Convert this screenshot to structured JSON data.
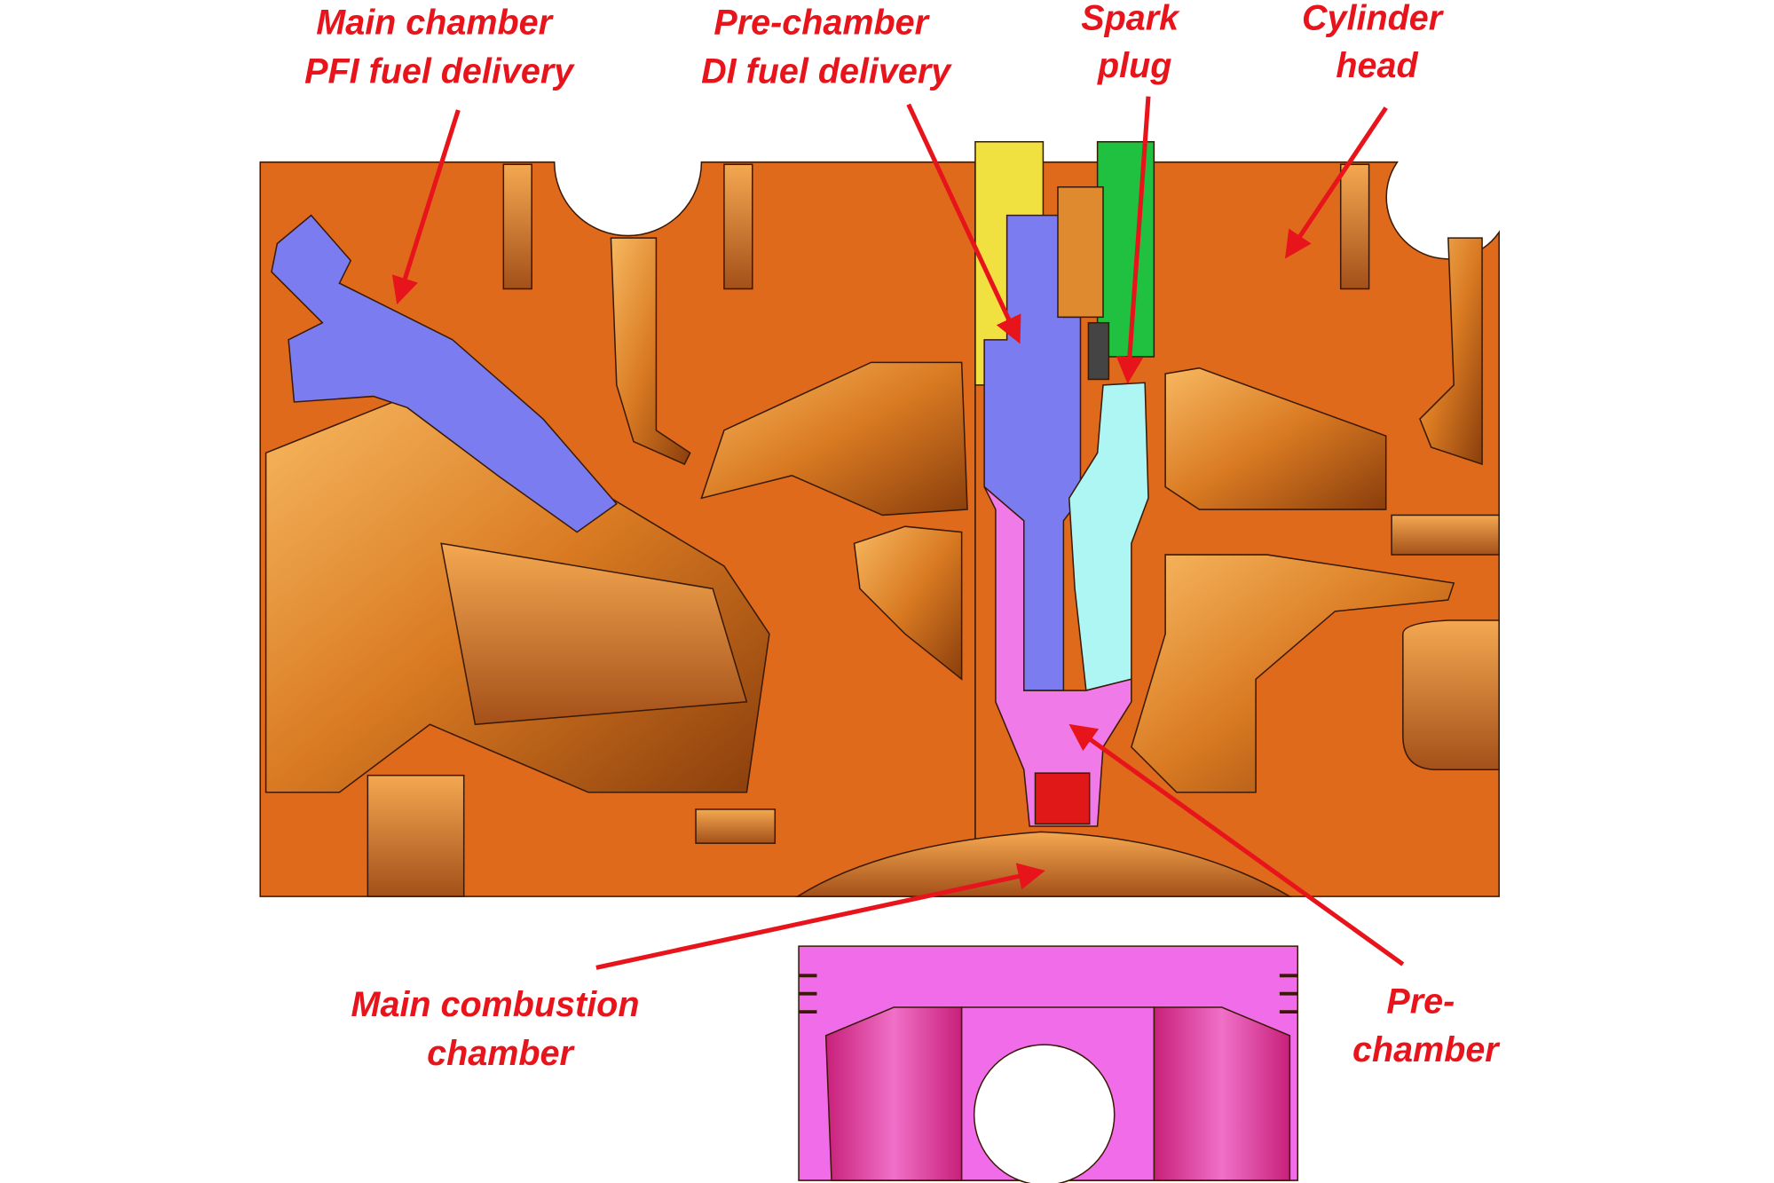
{
  "labels": {
    "pfi": {
      "line1": "Main chamber",
      "line2": "PFI fuel delivery"
    },
    "di": {
      "line1": "Pre-chamber",
      "line2": "DI fuel delivery"
    },
    "spark": {
      "line1": "Spark",
      "line2": "plug"
    },
    "head": {
      "line1": "Cylinder",
      "line2": "head"
    },
    "main": {
      "line1": "Main combustion",
      "line2": "chamber"
    },
    "pre": {
      "line1": "Pre-",
      "line2": "chamber"
    }
  },
  "colors": {
    "label": "#e8141c",
    "head": "#e06a1c",
    "injector": "#7b7cf0",
    "spark_plug": "#aef6f4",
    "prechamber": "#f07ae8",
    "piston": "#f06ce8"
  }
}
